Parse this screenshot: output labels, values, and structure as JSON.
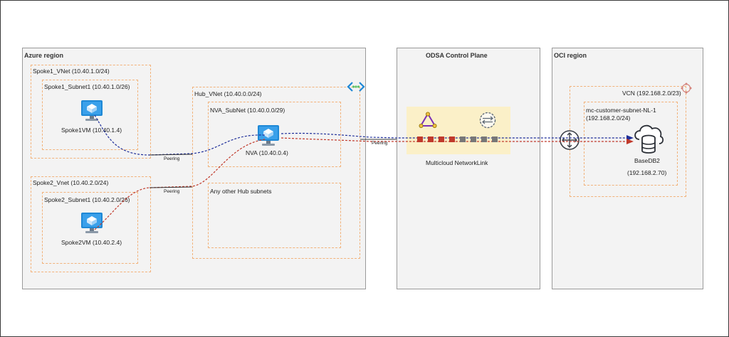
{
  "regions": {
    "azure": "Azure region",
    "odsa": "ODSA Control Plane",
    "oci": "OCI region"
  },
  "spoke1": {
    "vnet": "Spoke1_VNet (10.40.1.0/24)",
    "subnet": "Spoke1_Subnet1 (10.40.1.0/26)",
    "vm": "Spoke1VM (10.40.1.4)"
  },
  "spoke2": {
    "vnet": "Spoke2_Vnet (10.40.2.0/24)",
    "subnet": "Spoke2_Subnet1 (10.40.2.0/26)",
    "vm": "Spoke2VM (10.40.2.4)"
  },
  "hub": {
    "vnet": "Hub_VNet (10.40.0.0/24)",
    "nva_subnet": "NVA_SubNet (10.40.0.0/29)",
    "nva": "NVA (10.40.0.4)",
    "other_subnets": "Any other Hub subnets"
  },
  "links": {
    "peering1": "Peering",
    "peering2": "Peering",
    "peering3": "Peering"
  },
  "odsa": {
    "link_label": "Multicloud NetworkLink"
  },
  "oci": {
    "vcn": "VCN (192.168.2.0/23)",
    "subnet_line1": "mc-customer-subnet-NL-1",
    "subnet_line2": "(192.168.2.0/24)",
    "db_name": "BaseDB2",
    "db_ip": "(192.168.2.70)"
  },
  "colors": {
    "region_bg": "#f3f3f3",
    "dashed_box": "#f2b27a",
    "vm_blue": "#1e88d6",
    "path_blue": "#1f2f9a",
    "path_red": "#c0392b",
    "odsa_band": "#fbf0c8"
  }
}
